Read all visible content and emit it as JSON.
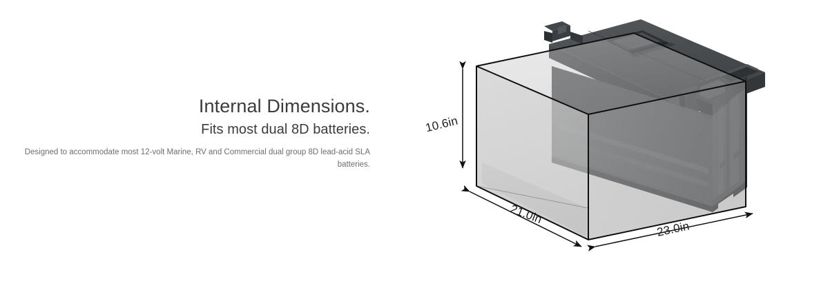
{
  "text_panel": {
    "headline": "Internal Dimensions.",
    "subhead": "Fits most dual 8D batteries.",
    "body": "Designed to accommodate most 12-volt Marine, RV and Commercial dual group 8D lead-acid SLA batteries."
  },
  "product": {
    "name": "battery-box",
    "description": "Dark gray plastic battery box with hinged lid, carry handle slot, side latches and ribbed end panels, shown in isometric view with a transparent gray volume overlay indicating the internal cavity.",
    "colors": {
      "body_dark": "#3a3d40",
      "body_mid": "#4a4d50",
      "body_light": "#5c6063",
      "body_shadow": "#2b2e30",
      "glass_front": "#c9c9c9",
      "glass_side": "#a8a8a8",
      "glass_top": "#b4b4b4",
      "outline": "#111111",
      "background": "#ffffff"
    }
  },
  "dimensions": {
    "height": {
      "label": "10.6in",
      "axis": "vertical",
      "value": 10.6,
      "unit": "in"
    },
    "width": {
      "label": "21.0in",
      "axis": "diagonal-left",
      "value": 21.0,
      "unit": "in"
    },
    "depth": {
      "label": "23.0in",
      "axis": "diagonal-right",
      "value": 23.0,
      "unit": "in"
    }
  }
}
